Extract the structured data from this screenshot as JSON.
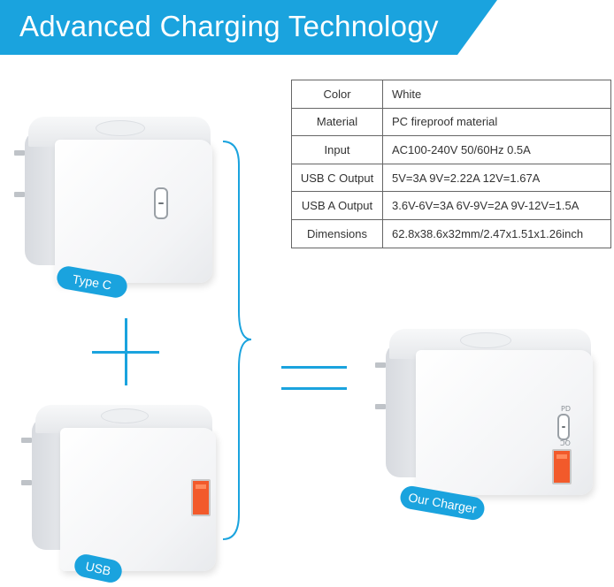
{
  "banner": {
    "title": "Advanced Charging Technology",
    "color": "#1aa3de"
  },
  "specs": [
    {
      "label": "Color",
      "value": "White"
    },
    {
      "label": "Material",
      "value": "PC fireproof material"
    },
    {
      "label": "Input",
      "value": "AC100-240V 50/60Hz 0.5A"
    },
    {
      "label": "USB C Output",
      "value": "5V=3A  9V=2.22A  12V=1.67A"
    },
    {
      "label": "USB A Output",
      "value": "3.6V-6V=3A 6V-9V=2A 9V-12V=1.5A"
    },
    {
      "label": "Dimensions",
      "value": "62.8x38.6x32mm/2.47x1.51x1.26inch"
    }
  ],
  "chargers": {
    "type_c_label": "Type C",
    "usb_label": "USB",
    "ours_label": "Our Charger",
    "pd_mark": "PD",
    "qc_mark": "QC"
  },
  "icons": {
    "plus": "plus-icon",
    "equals": "equals-icon",
    "brace": "right-brace-icon"
  }
}
